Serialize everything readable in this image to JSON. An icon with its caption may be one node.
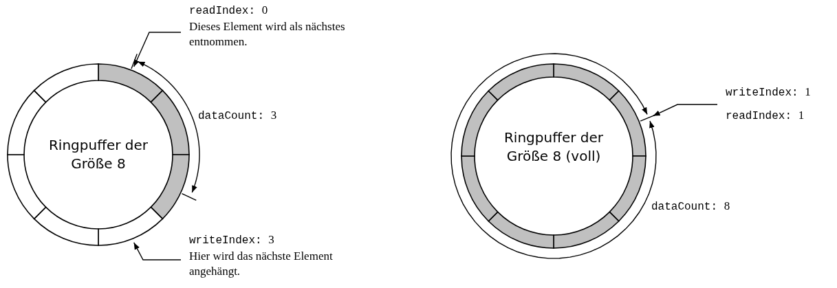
{
  "diagram": {
    "nodes": [
      {
        "text": [
          "Ringpuffer der Größe 8"
        ]
      },
      {
        "text": [
          "readIndex: 0",
          "Dieses Element wird als nächstes entnommen."
        ]
      },
      {
        "text": [
          "writeIndex: 3",
          "Hier wird das nächste Element angehängt."
        ]
      },
      {
        "text": [
          "Ringpuffer der Größe 8 (voll)"
        ]
      },
      {
        "text": [
          "writeIndex: 1"
        ]
      }
    ],
    "edges": [
      {
        "from": 1,
        "to": 0,
        "arrow": "to"
      },
      {
        "from": 2,
        "to": 0,
        "arrow": "to"
      },
      {
        "from": 4,
        "to": 3,
        "arrow": "to"
      }
    ],
    "labels": [
      "dataCount: 3",
      "readIndex: 1",
      "dataCount: 8"
    ]
  }
}
